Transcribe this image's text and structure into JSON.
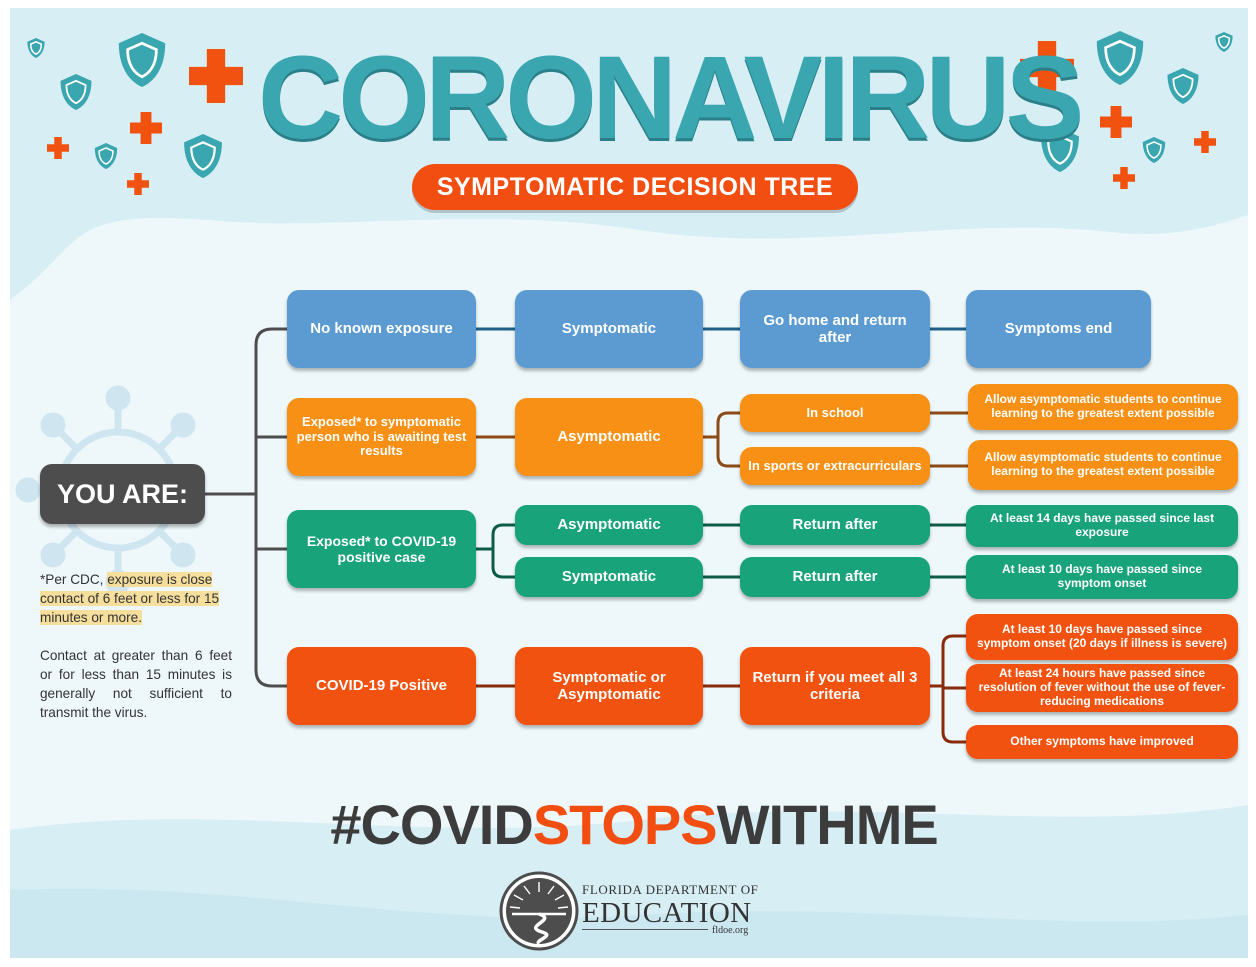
{
  "header": {
    "title": "CORONAVIRUS",
    "subtitle": "SYMPTOMATIC DECISION TREE"
  },
  "root": {
    "label": "YOU ARE:"
  },
  "branches": {
    "no_exposure": {
      "label": "No known exposure",
      "status": "Symptomatic",
      "action": "Go home and return after",
      "outcome": "Symptoms end"
    },
    "exposed_awaiting": {
      "label": "Exposed* to symptomatic person who is awaiting test results",
      "status": "Asymptomatic",
      "settings": [
        {
          "label": "In school",
          "outcome": "Allow asymptomatic students to continue learning to the greatest extent possible"
        },
        {
          "label": "In sports or extracurriculars",
          "outcome": "Allow asymptomatic students to continue learning to the greatest extent possible"
        }
      ]
    },
    "exposed_positive": {
      "label": "Exposed* to COVID-19 positive case",
      "paths": [
        {
          "status": "Asymptomatic",
          "action": "Return after",
          "outcome": "At least 14 days have passed since last exposure"
        },
        {
          "status": "Symptomatic",
          "action": "Return after",
          "outcome": "At least 10 days have passed since symptom onset"
        }
      ]
    },
    "positive": {
      "label": "COVID-19 Positive",
      "status": "Symptomatic or Asymptomatic",
      "action": "Return if you meet all 3 criteria",
      "criteria": [
        "At least 10 days have passed since symptom onset (20 days if illness is severe)",
        "At least 24 hours have passed since resolution of fever without the use of fever-reducing medications",
        "Other symptoms have improved"
      ]
    }
  },
  "notes": {
    "note1_prefix": "*Per CDC, ",
    "note1_highlight": "exposure is close contact of 6 feet or less for 15 minutes or more.",
    "note2": "Contact at greater than 6 feet or for less than 15 minutes is generally not sufficient to transmit the virus."
  },
  "footer": {
    "hashtag_part1": "#COVID",
    "hashtag_part2": "STOPS",
    "hashtag_part3": "WITHME",
    "org_line1": "FLORIDA DEPARTMENT OF",
    "org_line2": "EDUCATION",
    "org_url": "fldoe.org"
  },
  "colors": {
    "teal": "#3aa6b0",
    "blue": "#5b9bd1",
    "orange": "#f79014",
    "green": "#18a37b",
    "red": "#f2520f",
    "dark": "#4d4d4d",
    "background": "#dff1f6"
  },
  "icons": [
    "shield-icon",
    "medical-cross-icon",
    "virus-icon",
    "fldoe-seal-icon"
  ]
}
